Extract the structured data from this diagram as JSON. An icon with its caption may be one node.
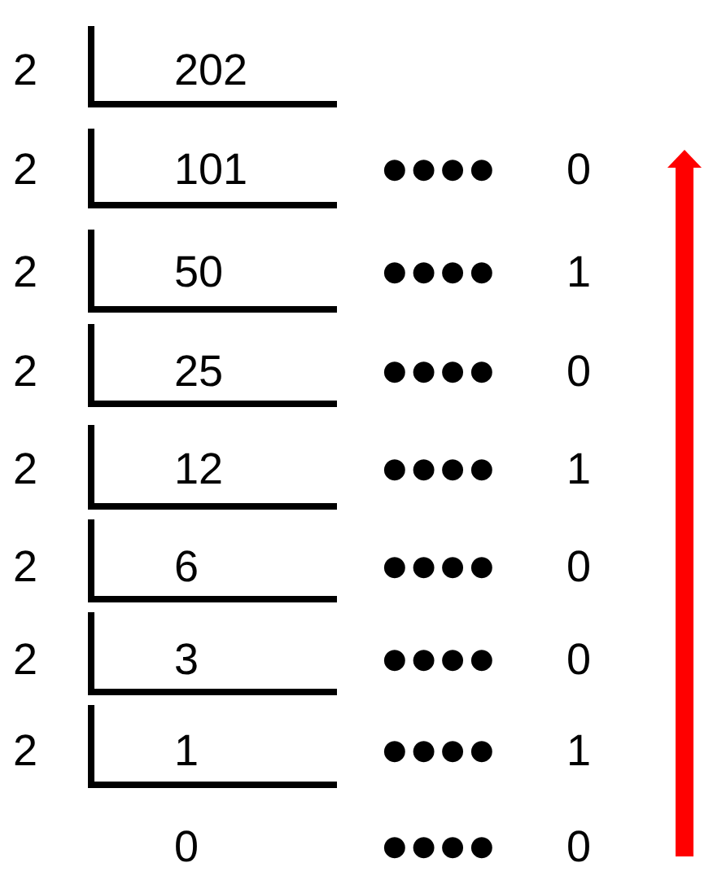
{
  "diagram": {
    "labels": [
      "2",
      "202",
      "2",
      "101",
      "●●●●",
      "0",
      "2",
      "50",
      "●●●●",
      "1",
      "2",
      "25",
      "●●●●",
      "0",
      "2",
      "12",
      "●●●●",
      "1",
      "2",
      "6",
      "●●●●",
      "0",
      "2",
      "3",
      "●●●●",
      "0",
      "2",
      "1",
      "●●●●",
      "1",
      "0",
      "●●●●",
      "0"
    ]
  }
}
